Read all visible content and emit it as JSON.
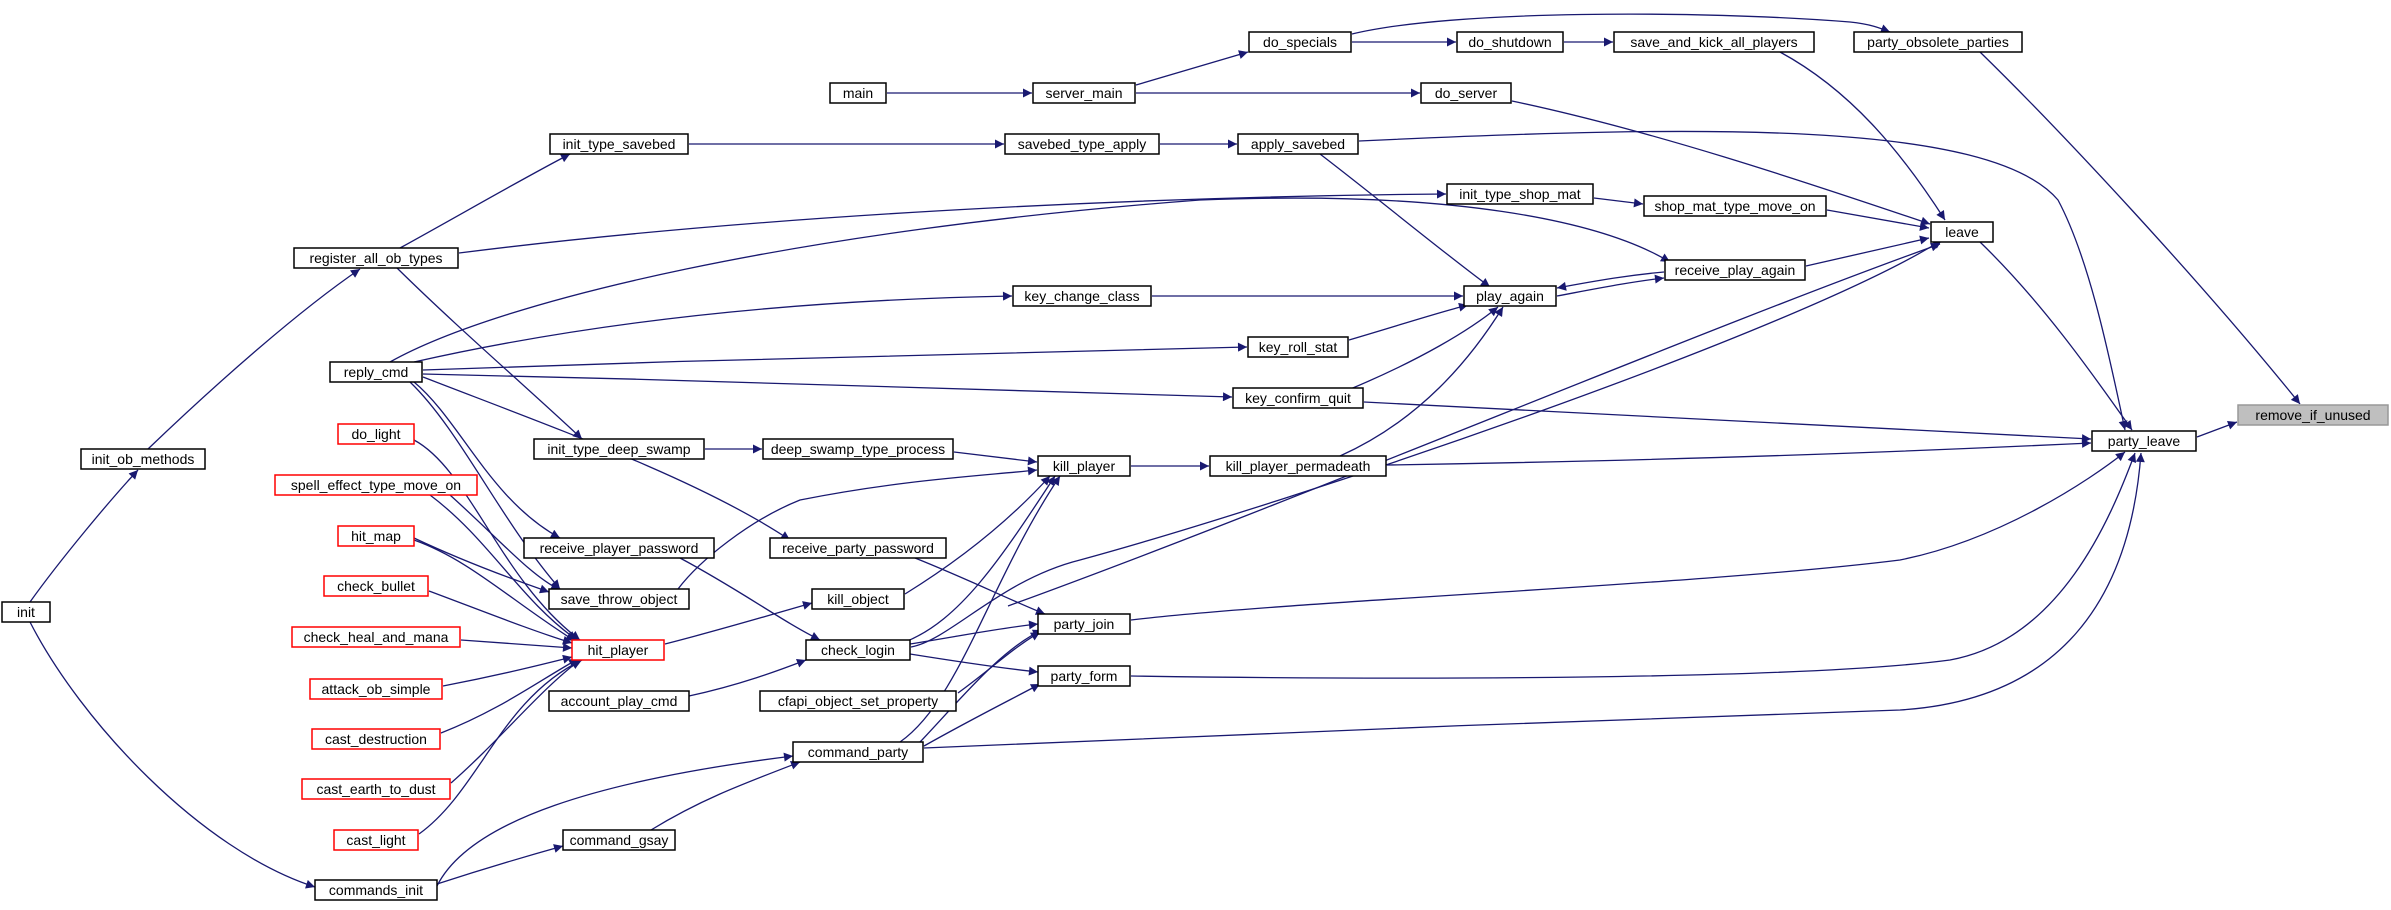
{
  "colors": {
    "edge": "#191970",
    "arrowhead": "#191970",
    "node_border": "#000000",
    "node_border_truncated": "#ff0000",
    "node_fill": "#ffffff",
    "highlight_fill": "#bfbfbf",
    "highlight_border": "#999999"
  },
  "nodes": [
    {
      "id": "remove_if_unused",
      "label": "remove_if_unused",
      "style": "highlight"
    },
    {
      "id": "party_leave",
      "label": "party_leave",
      "style": "normal"
    },
    {
      "id": "party_obsolete_parties",
      "label": "party_obsolete_parties",
      "style": "normal"
    },
    {
      "id": "do_specials",
      "label": "do_specials",
      "style": "normal"
    },
    {
      "id": "server_main",
      "label": "server_main",
      "style": "normal"
    },
    {
      "id": "main",
      "label": "main",
      "style": "normal"
    },
    {
      "id": "leave",
      "label": "leave",
      "style": "normal"
    },
    {
      "id": "do_server",
      "label": "do_server",
      "style": "normal"
    },
    {
      "id": "do_shutdown",
      "label": "do_shutdown",
      "style": "normal"
    },
    {
      "id": "save_and_kick_all_players",
      "label": "save_and_kick_all_players",
      "style": "normal"
    },
    {
      "id": "receive_play_again",
      "label": "receive_play_again",
      "style": "normal"
    },
    {
      "id": "shop_mat_type_move_on",
      "label": "shop_mat_type_move_on",
      "style": "normal"
    },
    {
      "id": "init_type_shop_mat",
      "label": "init_type_shop_mat",
      "style": "normal"
    },
    {
      "id": "register_all_ob_types",
      "label": "register_all_ob_types",
      "style": "normal"
    },
    {
      "id": "init_ob_methods",
      "label": "init_ob_methods",
      "style": "normal"
    },
    {
      "id": "init",
      "label": "init",
      "style": "normal"
    },
    {
      "id": "play_again",
      "label": "play_again",
      "style": "normal"
    },
    {
      "id": "apply_savebed",
      "label": "apply_savebed",
      "style": "normal"
    },
    {
      "id": "savebed_type_apply",
      "label": "savebed_type_apply",
      "style": "normal"
    },
    {
      "id": "init_type_savebed",
      "label": "init_type_savebed",
      "style": "normal"
    },
    {
      "id": "key_change_class",
      "label": "key_change_class",
      "style": "normal"
    },
    {
      "id": "reply_cmd",
      "label": "reply_cmd",
      "style": "normal"
    },
    {
      "id": "key_confirm_quit",
      "label": "key_confirm_quit",
      "style": "normal"
    },
    {
      "id": "key_roll_stat",
      "label": "key_roll_stat",
      "style": "normal"
    },
    {
      "id": "kill_player_permadeath",
      "label": "kill_player_permadeath",
      "style": "normal"
    },
    {
      "id": "kill_player",
      "label": "kill_player",
      "style": "normal"
    },
    {
      "id": "deep_swamp_type_process",
      "label": "deep_swamp_type_process",
      "style": "normal"
    },
    {
      "id": "init_type_deep_swamp",
      "label": "init_type_deep_swamp",
      "style": "normal"
    },
    {
      "id": "kill_object",
      "label": "kill_object",
      "style": "normal"
    },
    {
      "id": "hit_player",
      "label": "hit_player",
      "style": "truncated"
    },
    {
      "id": "attack_ob_simple",
      "label": "attack_ob_simple",
      "style": "truncated"
    },
    {
      "id": "cast_destruction",
      "label": "cast_destruction",
      "style": "truncated"
    },
    {
      "id": "cast_earth_to_dust",
      "label": "cast_earth_to_dust",
      "style": "truncated"
    },
    {
      "id": "cast_light",
      "label": "cast_light",
      "style": "truncated"
    },
    {
      "id": "check_bullet",
      "label": "check_bullet",
      "style": "truncated"
    },
    {
      "id": "check_heal_and_mana",
      "label": "check_heal_and_mana",
      "style": "truncated"
    },
    {
      "id": "do_light",
      "label": "do_light",
      "style": "truncated"
    },
    {
      "id": "hit_map",
      "label": "hit_map",
      "style": "truncated"
    },
    {
      "id": "spell_effect_type_move_on",
      "label": "spell_effect_type_move_on",
      "style": "truncated"
    },
    {
      "id": "save_throw_object",
      "label": "save_throw_object",
      "style": "normal"
    },
    {
      "id": "check_login",
      "label": "check_login",
      "style": "normal"
    },
    {
      "id": "account_play_cmd",
      "label": "account_play_cmd",
      "style": "normal"
    },
    {
      "id": "receive_player_password",
      "label": "receive_player_password",
      "style": "normal"
    },
    {
      "id": "party_form",
      "label": "party_form",
      "style": "normal"
    },
    {
      "id": "command_party",
      "label": "command_party",
      "style": "normal"
    },
    {
      "id": "commands_init",
      "label": "commands_init",
      "style": "normal"
    },
    {
      "id": "command_gsay",
      "label": "command_gsay",
      "style": "normal"
    },
    {
      "id": "party_join",
      "label": "party_join",
      "style": "normal"
    },
    {
      "id": "cfapi_object_set_property",
      "label": "cfapi_object_set_property",
      "style": "normal"
    },
    {
      "id": "receive_party_password",
      "label": "receive_party_password",
      "style": "normal"
    }
  ],
  "edges": [
    [
      "party_leave",
      "remove_if_unused"
    ],
    [
      "party_obsolete_parties",
      "remove_if_unused"
    ],
    [
      "leave",
      "party_leave"
    ],
    [
      "apply_savebed",
      "party_leave"
    ],
    [
      "key_confirm_quit",
      "party_leave"
    ],
    [
      "kill_player_permadeath",
      "party_leave"
    ],
    [
      "check_login",
      "party_leave"
    ],
    [
      "party_join",
      "party_leave"
    ],
    [
      "party_form",
      "party_leave"
    ],
    [
      "command_party",
      "party_leave"
    ],
    [
      "do_specials",
      "party_obsolete_parties"
    ],
    [
      "server_main",
      "do_specials"
    ],
    [
      "main",
      "server_main"
    ],
    [
      "do_server",
      "leave"
    ],
    [
      "save_and_kick_all_players",
      "leave"
    ],
    [
      "receive_play_again",
      "leave"
    ],
    [
      "shop_mat_type_move_on",
      "leave"
    ],
    [
      "check_login",
      "leave"
    ],
    [
      "server_main",
      "do_server"
    ],
    [
      "do_specials",
      "do_shutdown"
    ],
    [
      "do_shutdown",
      "save_and_kick_all_players"
    ],
    [
      "play_again",
      "receive_play_again"
    ],
    [
      "reply_cmd",
      "receive_play_again"
    ],
    [
      "receive_play_again",
      "play_again"
    ],
    [
      "init_type_shop_mat",
      "shop_mat_type_move_on"
    ],
    [
      "register_all_ob_types",
      "init_type_shop_mat"
    ],
    [
      "init_ob_methods",
      "register_all_ob_types"
    ],
    [
      "init",
      "init_ob_methods"
    ],
    [
      "apply_savebed",
      "play_again"
    ],
    [
      "key_change_class",
      "play_again"
    ],
    [
      "key_confirm_quit",
      "play_again"
    ],
    [
      "key_roll_stat",
      "play_again"
    ],
    [
      "kill_player_permadeath",
      "play_again"
    ],
    [
      "savebed_type_apply",
      "apply_savebed"
    ],
    [
      "init_type_savebed",
      "savebed_type_apply"
    ],
    [
      "register_all_ob_types",
      "init_type_savebed"
    ],
    [
      "reply_cmd",
      "key_change_class"
    ],
    [
      "reply_cmd",
      "key_confirm_quit"
    ],
    [
      "reply_cmd",
      "key_roll_stat"
    ],
    [
      "kill_player",
      "kill_player_permadeath"
    ],
    [
      "deep_swamp_type_process",
      "kill_player"
    ],
    [
      "kill_object",
      "kill_player"
    ],
    [
      "save_throw_object",
      "kill_player"
    ],
    [
      "check_login",
      "kill_player"
    ],
    [
      "command_party",
      "kill_player"
    ],
    [
      "init_type_deep_swamp",
      "deep_swamp_type_process"
    ],
    [
      "register_all_ob_types",
      "init_type_deep_swamp"
    ],
    [
      "hit_player",
      "kill_object"
    ],
    [
      "attack_ob_simple",
      "hit_player"
    ],
    [
      "cast_destruction",
      "hit_player"
    ],
    [
      "cast_earth_to_dust",
      "hit_player"
    ],
    [
      "cast_light",
      "hit_player"
    ],
    [
      "check_bullet",
      "hit_player"
    ],
    [
      "check_heal_and_mana",
      "hit_player"
    ],
    [
      "do_light",
      "hit_player"
    ],
    [
      "hit_map",
      "hit_player"
    ],
    [
      "spell_effect_type_move_on",
      "hit_player"
    ],
    [
      "hit_map",
      "save_throw_object"
    ],
    [
      "spell_effect_type_move_on",
      "save_throw_object"
    ],
    [
      "reply_cmd",
      "save_throw_object"
    ],
    [
      "account_play_cmd",
      "check_login"
    ],
    [
      "receive_player_password",
      "check_login"
    ],
    [
      "reply_cmd",
      "receive_player_password"
    ],
    [
      "check_login",
      "party_form"
    ],
    [
      "command_party",
      "party_form"
    ],
    [
      "commands_init",
      "command_party"
    ],
    [
      "init",
      "commands_init"
    ],
    [
      "commands_init",
      "command_gsay"
    ],
    [
      "command_gsay",
      "command_party"
    ],
    [
      "check_login",
      "party_join"
    ],
    [
      "cfapi_object_set_property",
      "party_join"
    ],
    [
      "command_party",
      "party_join"
    ],
    [
      "receive_party_password",
      "party_join"
    ],
    [
      "reply_cmd",
      "receive_party_password"
    ]
  ]
}
